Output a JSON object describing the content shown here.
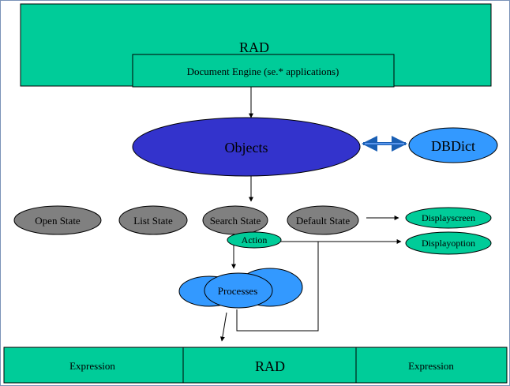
{
  "colors": {
    "teal": "#00cc99",
    "dark_blue": "#3333cc",
    "light_blue": "#3399ff",
    "gray": "#808080",
    "line": "#000000"
  },
  "top_box": {
    "title": "RAD",
    "inner_label": "Document Engine (se.* applications)"
  },
  "objects": {
    "label": "Objects"
  },
  "dbdict": {
    "label": "DBDict"
  },
  "states": [
    {
      "label": "Open State"
    },
    {
      "label": "List State"
    },
    {
      "label": "Search State"
    },
    {
      "label": "Default State"
    }
  ],
  "action": {
    "label": "Action"
  },
  "display": [
    {
      "label": "Displayscreen"
    },
    {
      "label": "Displayoption"
    }
  ],
  "processes": {
    "label": "Processes"
  },
  "bottom_bar": {
    "left_label": "Expression",
    "center_label": "RAD",
    "right_label": "Expression"
  }
}
